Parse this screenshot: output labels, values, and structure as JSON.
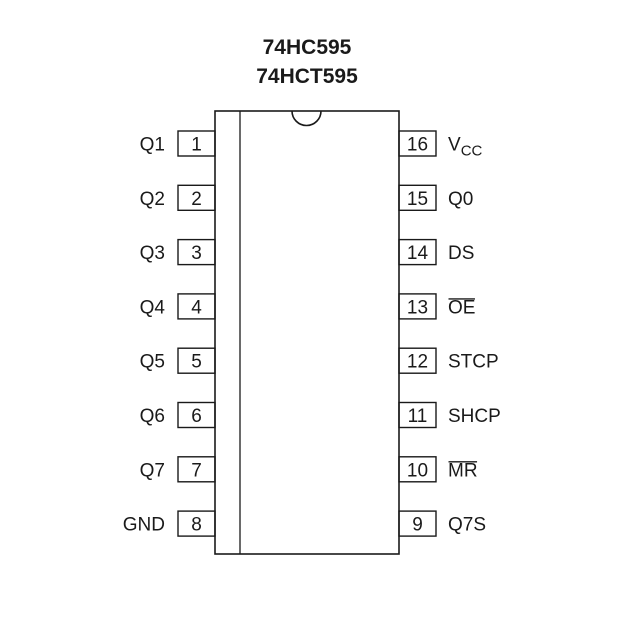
{
  "diagram": {
    "title_lines": [
      "74HC595",
      "74HCT595"
    ],
    "left_pins": [
      {
        "number": "1",
        "label": "Q1",
        "overline": false
      },
      {
        "number": "2",
        "label": "Q2",
        "overline": false
      },
      {
        "number": "3",
        "label": "Q3",
        "overline": false
      },
      {
        "number": "4",
        "label": "Q4",
        "overline": false
      },
      {
        "number": "5",
        "label": "Q5",
        "overline": false
      },
      {
        "number": "6",
        "label": "Q6",
        "overline": false
      },
      {
        "number": "7",
        "label": "Q7",
        "overline": false
      },
      {
        "number": "8",
        "label": "GND",
        "overline": false
      }
    ],
    "right_pins": [
      {
        "number": "16",
        "label": "V",
        "subscript": "CC",
        "overline": false
      },
      {
        "number": "15",
        "label": "Q0",
        "overline": false
      },
      {
        "number": "14",
        "label": "DS",
        "overline": false
      },
      {
        "number": "13",
        "label": "OE",
        "overline": true
      },
      {
        "number": "12",
        "label": "STCP",
        "overline": false
      },
      {
        "number": "11",
        "label": "SHCP",
        "overline": false
      },
      {
        "number": "10",
        "label": "MR",
        "overline": true
      },
      {
        "number": "9",
        "label": "Q7S",
        "overline": false
      }
    ],
    "colors": {
      "stroke": "#1a1a1a",
      "text": "#1a1a1a",
      "background": "#ffffff"
    }
  }
}
